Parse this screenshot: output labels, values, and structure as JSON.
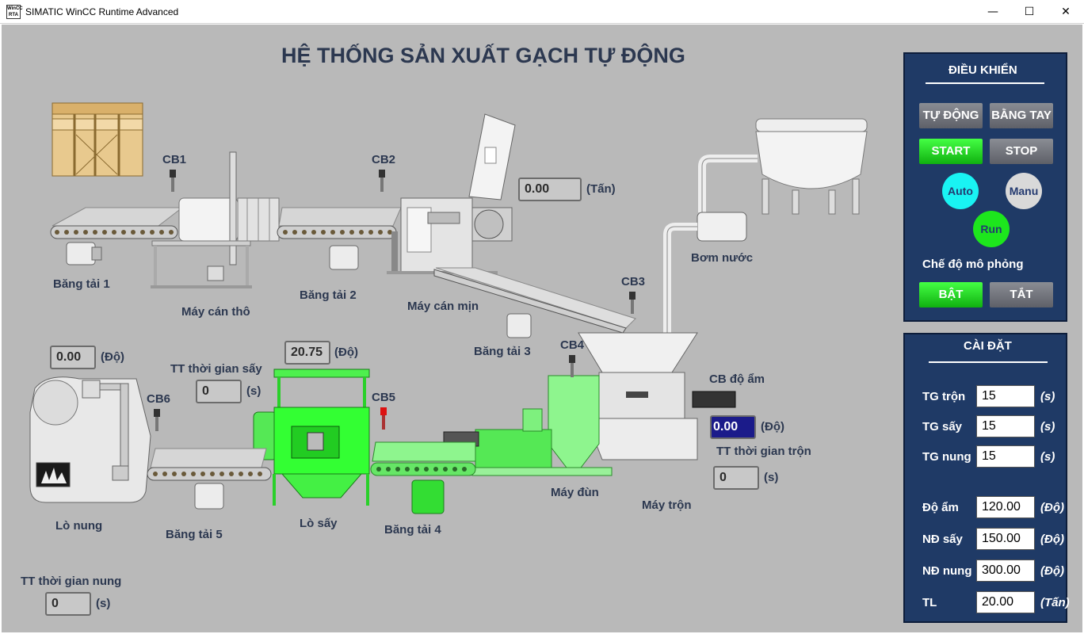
{
  "window": {
    "title": "SIMATIC WinCC Runtime Advanced",
    "icon_text_top": "WinCC",
    "icon_text_bottom": "RTA",
    "minimize": "—",
    "maximize": "☐",
    "close": "✕"
  },
  "main_title": "HỆ THỐNG SẢN XUẤT GẠCH TỰ ĐỘNG",
  "sensors": {
    "cb1": "CB1",
    "cb2": "CB2",
    "cb3": "CB3",
    "cb4": "CB4",
    "cb5": "CB5",
    "cb6": "CB6",
    "cb_humidity": "CB độ ẩm"
  },
  "equipment": {
    "conveyor1": "Băng tải 1",
    "conveyor2": "Băng tải 2",
    "conveyor3": "Băng tải 3",
    "conveyor4": "Băng tải 4",
    "conveyor5": "Băng tải 5",
    "rough_roller": "Máy cán thô",
    "fine_roller": "Máy cán mịn",
    "water_pump": "Bơm nước",
    "mixer": "Máy trộn",
    "extruder": "Máy đùn",
    "dryer": "Lò sấy",
    "kiln": "Lò nung"
  },
  "readouts": {
    "weight": {
      "value": "0.00",
      "unit": "(Tấn)"
    },
    "kiln_temp": {
      "value": "0.00",
      "unit": "(Độ)"
    },
    "dryer_temp": {
      "value": "20.75",
      "unit": "(Độ)"
    },
    "humidity": {
      "value": "0.00",
      "unit": "(Độ)"
    },
    "dry_time": {
      "label": "TT thời gian sấy",
      "value": "0",
      "unit": "(s)"
    },
    "mix_time": {
      "label": "TT thời gian trộn",
      "value": "0",
      "unit": "(s)"
    },
    "fire_time": {
      "label": "TT thời gian nung",
      "value": "0",
      "unit": "(s)"
    }
  },
  "control_panel": {
    "title": "ĐIỀU KHIỂN",
    "auto_button": "TỰ ĐỘNG",
    "manual_button": "BẰNG TAY",
    "start_button": "START",
    "stop_button": "STOP",
    "auto_lamp": "Auto",
    "manu_lamp": "Manu",
    "run_lamp": "Run",
    "sim_label": "Chế độ mô phỏng",
    "on_button": "BẬT",
    "off_button": "TẮT"
  },
  "settings_panel": {
    "title": "CÀI ĐẶT",
    "rows": [
      {
        "label": "TG trộn",
        "value": "15",
        "unit": "(s)"
      },
      {
        "label": "TG sấy",
        "value": "15",
        "unit": "(s)"
      },
      {
        "label": "TG nung",
        "value": "15",
        "unit": "(s)"
      },
      {
        "label": "Độ ẩm",
        "value": "120.00",
        "unit": "(Độ)"
      },
      {
        "label": "NĐ sấy",
        "value": "150.00",
        "unit": "(Độ)"
      },
      {
        "label": "NĐ nung",
        "value": "300.00",
        "unit": "(Độ)"
      },
      {
        "label": "TL",
        "value": "20.00",
        "unit": "(Tấn)"
      }
    ]
  },
  "colors": {
    "background": "#b9b9b9",
    "panel": "#1f3a66",
    "active_green": "#33ee33",
    "label_text": "#2c3850",
    "auto_lamp": "#19f3f3",
    "run_lamp": "#1de61d"
  }
}
